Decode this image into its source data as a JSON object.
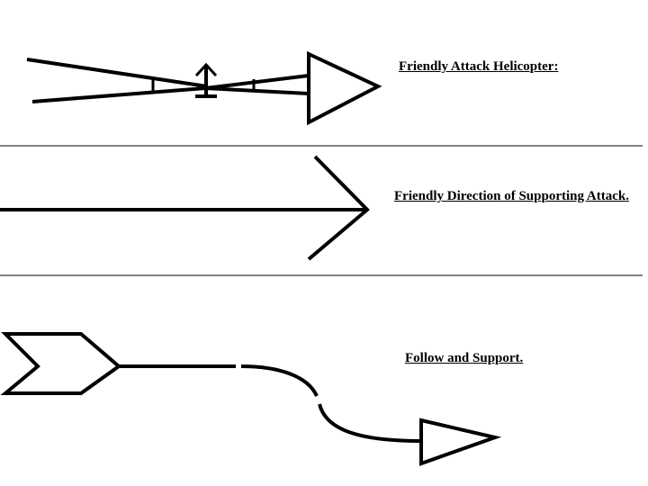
{
  "symbols": [
    {
      "id": "friendly-attack-helicopter",
      "label": "Friendly Attack Helicopter:"
    },
    {
      "id": "friendly-direction-of-supporting-attack",
      "label": "Friendly Direction of Supporting Attack."
    },
    {
      "id": "follow-and-support",
      "label": "Follow and Support."
    }
  ],
  "colors": {
    "background": "#ffffff",
    "ink": "#000000"
  }
}
